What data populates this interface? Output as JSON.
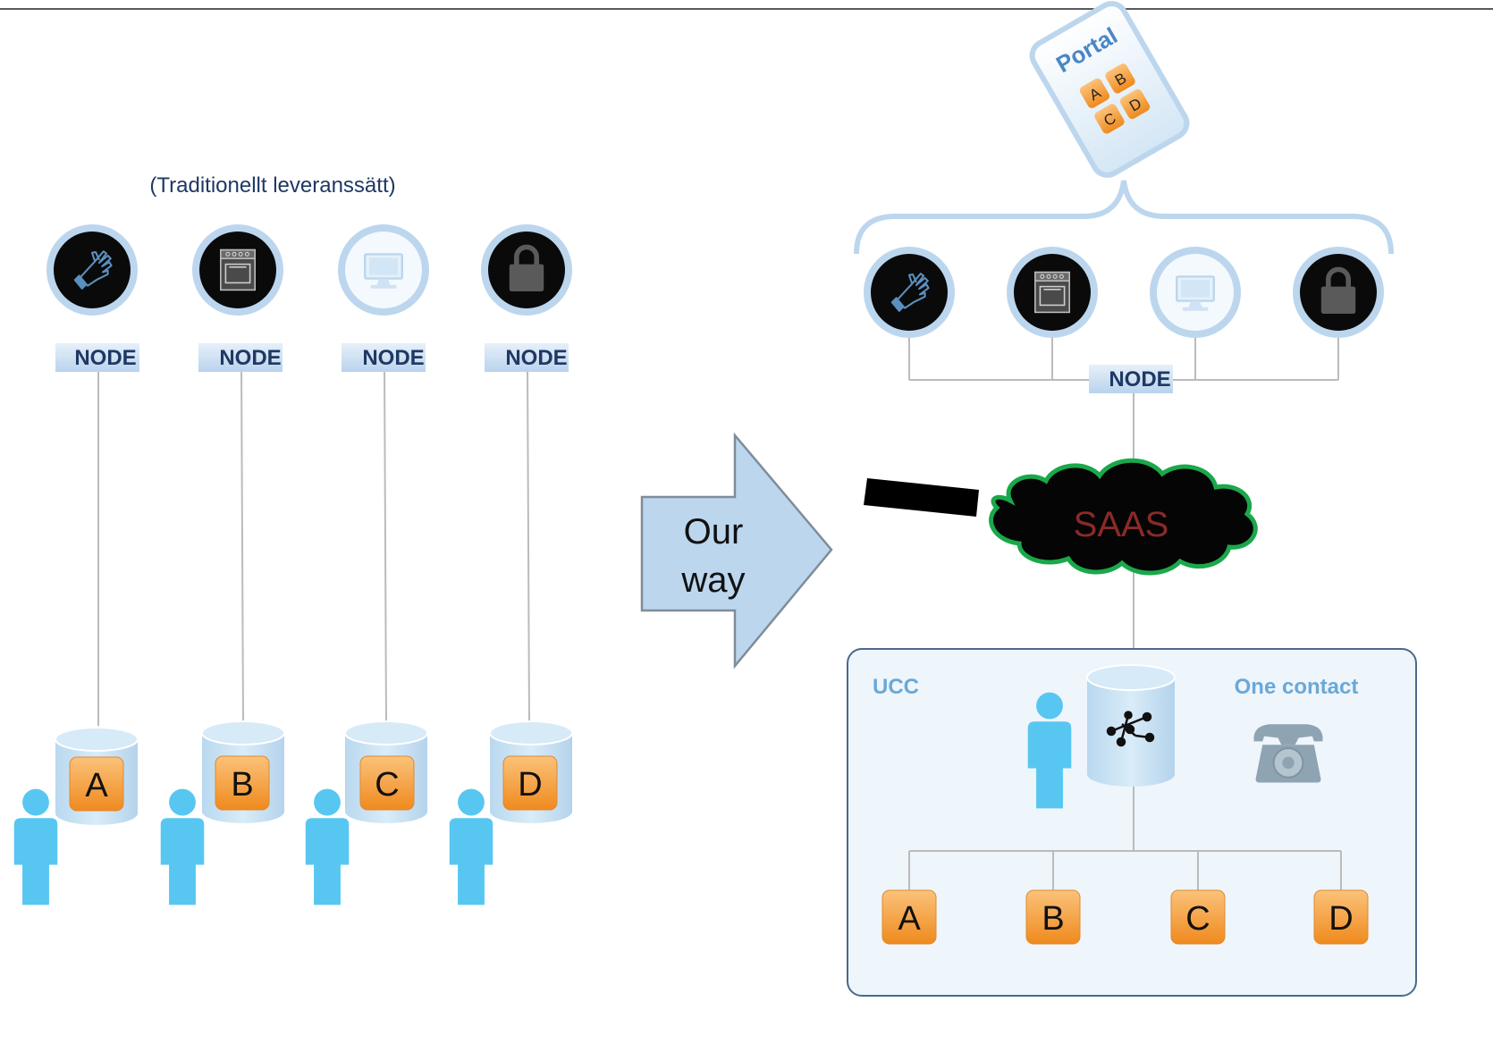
{
  "caption": "(Traditionellt leveranssätt)",
  "node_label": "NODE",
  "arrow": {
    "line1": "Our",
    "line2": "way"
  },
  "portal": {
    "title": "Portal",
    "tiles": [
      "A",
      "B",
      "C",
      "D"
    ]
  },
  "cloud_label": "SAAS",
  "ucc": {
    "label": "UCC",
    "contact_label": "One contact"
  },
  "services": [
    "A",
    "B",
    "C",
    "D"
  ],
  "icons": [
    "glove-icon",
    "stove-icon",
    "monitor-icon",
    "padlock-icon"
  ],
  "colors": {
    "node_fill": "#c5dcf0",
    "node_text": "#1f3864",
    "orange": "#f5a043",
    "person": "#57c7f2",
    "db": "#c8e2f4",
    "arrow_fill": "#bcd6ee",
    "cloud_border": "#1aa84b",
    "saas_text": "#8a2a2a",
    "ucc_label": "#6aa8d8"
  }
}
